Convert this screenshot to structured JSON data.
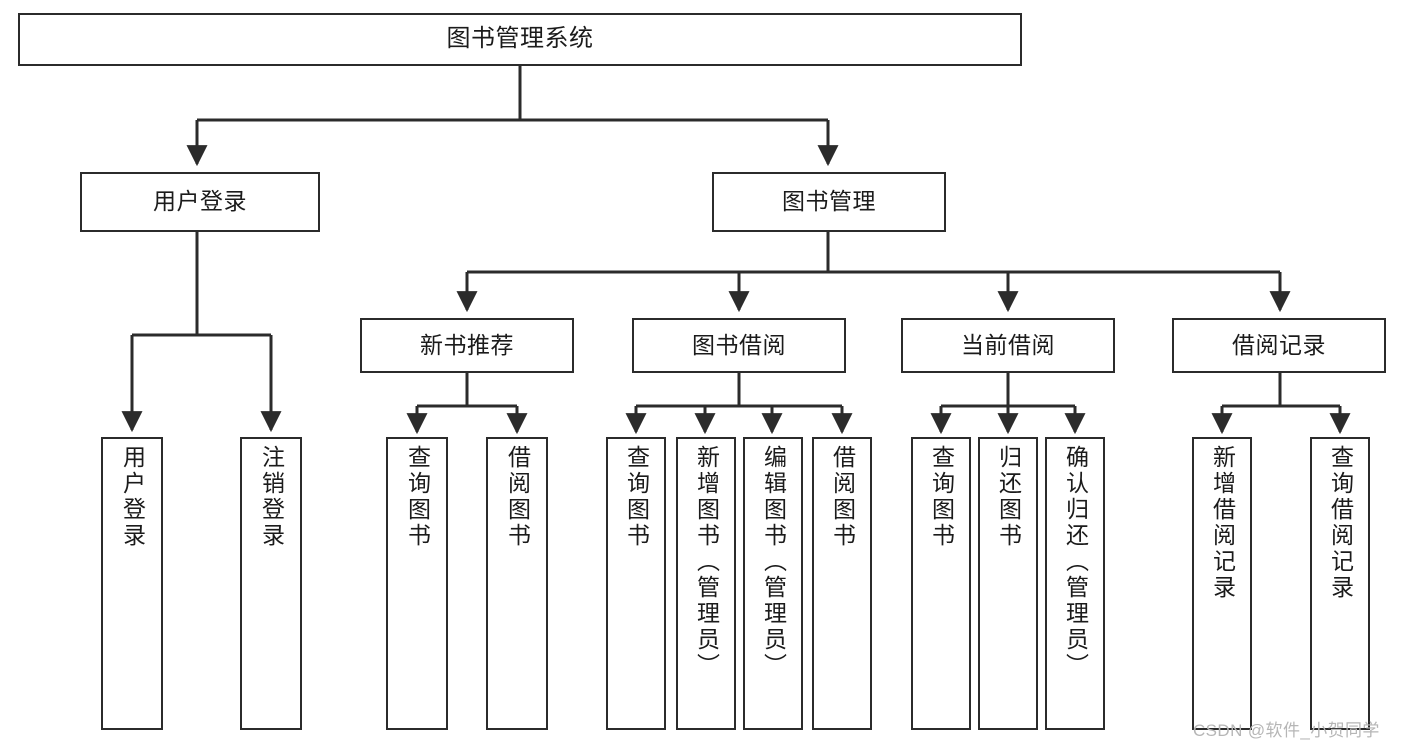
{
  "diagram": {
    "title": "图书管理系统",
    "type": "tree-hierarchy-chart",
    "orientation": "top-down",
    "colors": {
      "box_border": "#2b2b2b",
      "box_fill": "#ffffff",
      "edge": "#2b2b2b",
      "text": "#1b1b1b",
      "watermark": "#b6b6b6",
      "background": "#ffffff"
    }
  },
  "nodes": {
    "root": {
      "label": "图书管理系统"
    },
    "level1": [
      {
        "id": "user_login",
        "label": "用户登录"
      },
      {
        "id": "book_manage",
        "label": "图书管理"
      }
    ],
    "level2": [
      {
        "id": "new_book_rec",
        "label": "新书推荐"
      },
      {
        "id": "book_borrow",
        "label": "图书借阅"
      },
      {
        "id": "current_borrow",
        "label": "当前借阅"
      },
      {
        "id": "borrow_record",
        "label": "借阅记录"
      }
    ],
    "leaves": {
      "user_login": [
        {
          "id": "leaf_user_login",
          "label": "用户登录"
        },
        {
          "id": "leaf_logout",
          "label": "注销登录"
        }
      ],
      "new_book_rec": [
        {
          "id": "leaf_query_book_1",
          "label": "查询图书"
        },
        {
          "id": "leaf_borrow_book_1",
          "label": "借阅图书"
        }
      ],
      "book_borrow": [
        {
          "id": "leaf_query_book_2",
          "label": "查询图书"
        },
        {
          "id": "leaf_add_book",
          "label": "新增图书（管理员）"
        },
        {
          "id": "leaf_edit_book",
          "label": "编辑图书（管理员）"
        },
        {
          "id": "leaf_borrow_book_2",
          "label": "借阅图书"
        }
      ],
      "current_borrow": [
        {
          "id": "leaf_query_book_3",
          "label": "查询图书"
        },
        {
          "id": "leaf_return_book",
          "label": "归还图书"
        },
        {
          "id": "leaf_confirm_return",
          "label": "确认归还（管理员）"
        }
      ],
      "borrow_record": [
        {
          "id": "leaf_add_record",
          "label": "新增借阅记录"
        },
        {
          "id": "leaf_query_record",
          "label": "查询借阅记录"
        }
      ]
    }
  },
  "watermark": {
    "text": "CSDN @软件_小贺同学"
  }
}
